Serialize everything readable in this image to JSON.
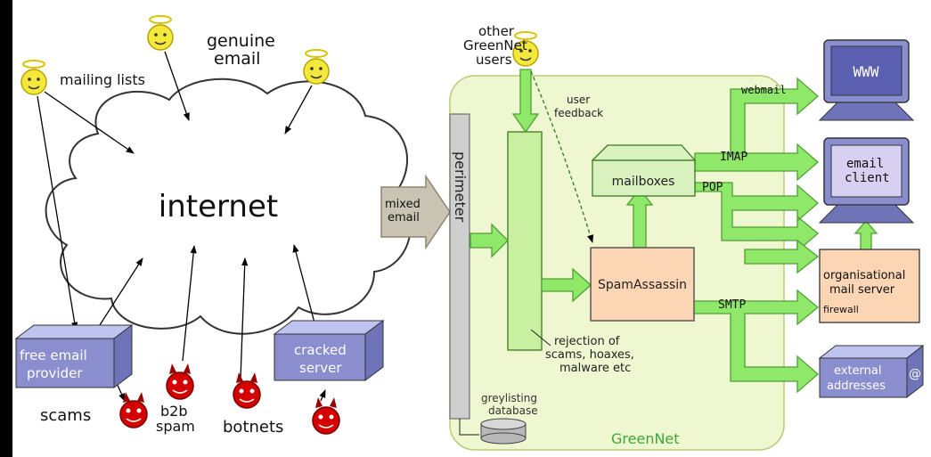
{
  "internet_label": "internet",
  "genuine_email_label": "genuine\nemail",
  "mailing_lists_label": "mailing lists",
  "mixed_email_label": "mixed\nemail",
  "other_users_label": "other\nGreenNet\nusers",
  "user_feedback_label": "user\nfeedback",
  "perimeter_label": "perimeter",
  "mailboxes_label": "mailboxes",
  "spamassassin_label": "SpamAssassin",
  "rejection_label": "rejection of\nscams, hoaxes,\nmalware etc",
  "greylisting_label": "greylisting\ndatabase",
  "greennet_label": "GreenNet",
  "free_email_label": "free email\nprovider",
  "cracked_server_label": "cracked\nserver",
  "scams_label": "scams",
  "b2b_spam_label": "b2b\nspam",
  "botnets_label": "botnets",
  "webmail_label": "webmail",
  "imap_label": "IMAP",
  "pop_label": "POP",
  "smtp_label": "SMTP",
  "www_label": "WWW",
  "email_client_label": "email\nclient",
  "org_mail_label": "organisational\nmail server",
  "firewall_label": "firewall",
  "external_label": "external\naddresses",
  "colors": {
    "greennet_bg": "#eef7d0",
    "arrow_green": "#8fe86a",
    "spamassassin_fill": "#fcd5b4",
    "box_purple": "#8a8ecf",
    "perimeter_gray": "#cccccc",
    "devil_red": "#d40000",
    "angel_yellow": "#f5e83c"
  }
}
